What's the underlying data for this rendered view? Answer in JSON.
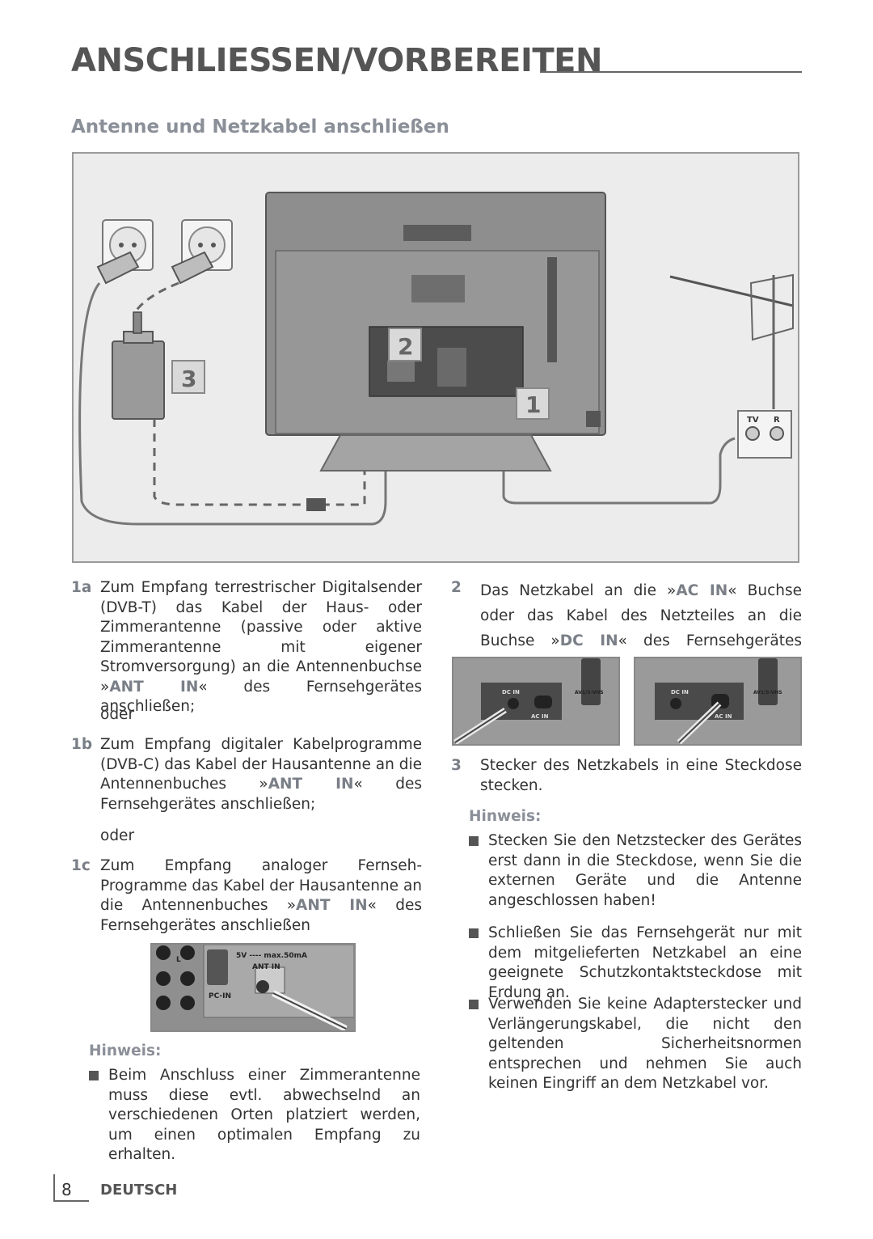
{
  "header": {
    "title": "ANSCHLIESSEN/VORBEREITEN",
    "subtitle": "Antenne und Netzkabel anschließen"
  },
  "figure": {
    "callouts": [
      "1",
      "2",
      "3"
    ],
    "wall_plate_labels": [
      "TV",
      "R"
    ]
  },
  "steps": [
    {
      "num": "1a",
      "pre": "Zum Empfang terrestrischer Digitalsender (DVB-T) das Kabel der Haus- oder Zimmerantenne (passive oder aktive Zimmerantenne mit eigener Stromversorgung) an die Antennenbuchse »",
      "strong": "ANT IN",
      "post": "« des Fernsehgerätes anschließen;"
    },
    {
      "num": "1b",
      "pre": "Zum Empfang digitaler Kabelprogramme (DVB-C) das Kabel der Hausantenne an die Antennenbuches »",
      "strong": "ANT IN",
      "post": "« des Fernsehgerätes anschließen;"
    },
    {
      "num": "1c",
      "pre": "Zum Empfang analoger Fernseh-Programme das Kabel der Hausantenne an die Antennenbuches »",
      "strong": "ANT IN",
      "post": "« des Fernsehgerätes anschließen"
    },
    {
      "num": "2",
      "pre": "Das Netzkabel an die »",
      "strong": "AC IN",
      "mid": "« Buchse oder das Kabel des Netzteiles an die Buchse »",
      "strong2": "DC IN",
      "post": "« des Fernsehgerätes anschließen."
    },
    {
      "num": "3",
      "text": "Stecker des Netzkabels in eine Steckdose stecken."
    }
  ],
  "oder": "oder",
  "photo_labels": {
    "ant": {
      "l": "L",
      "v": "5V ---- max.50mA",
      "ant": "ANT IN",
      "pc": "PC-IN"
    },
    "dc": {
      "dc": "DC IN",
      "ac": "AC IN",
      "av": "AV1/S-VHS"
    }
  },
  "hinweis_label": "Hinweis:",
  "left_notes": [
    "Beim Anschluss einer Zimmerantenne muss diese evtl. abwechselnd an verschiedenen Orten platziert werden, um einen optimalen Empfang zu erhalten."
  ],
  "right_notes": [
    "Stecken Sie den Netzstecker des Gerätes erst dann in die Steckdose, wenn Sie die externen Geräte und die Antenne angeschlossen haben!",
    "Schließen Sie das Fernsehgerät nur mit dem mitgelieferten Netzkabel an eine geeignete Schutzkontaktsteckdose mit Erdung an.",
    "Verwenden Sie keine Adapterstecker und Verlängerungskabel, die nicht den geltenden Sicherheitsnormen entsprechen und nehmen Sie auch keinen Eingriff an dem Netzkabel vor."
  ],
  "footer": {
    "page": "8",
    "language": "DEUTSCH"
  }
}
